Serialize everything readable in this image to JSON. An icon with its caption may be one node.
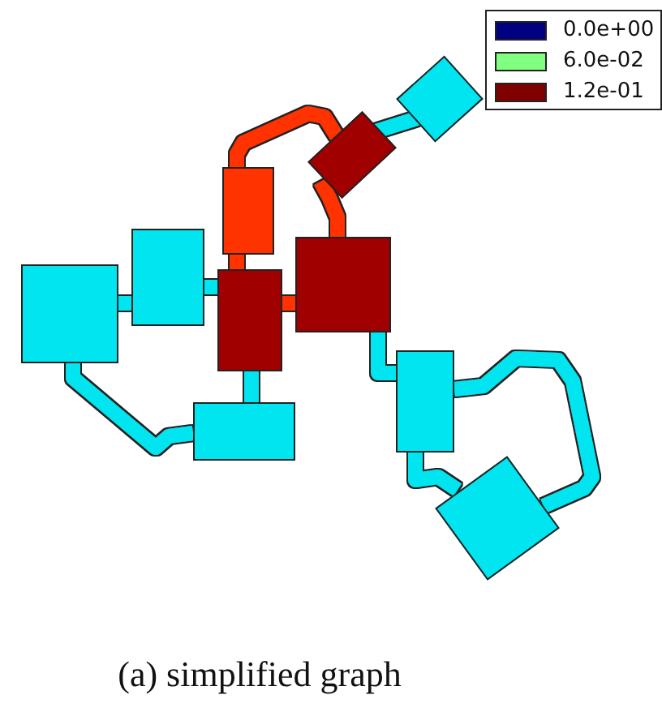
{
  "diagram": {
    "caption": "(a) simplified graph",
    "nodes": [
      {
        "text": [],
        "shape": "box"
      },
      {
        "text": [],
        "shape": "box"
      },
      {
        "text": [],
        "shape": "box"
      },
      {
        "text": [],
        "shape": "box"
      },
      {
        "text": [],
        "shape": "box"
      },
      {
        "text": [],
        "shape": "box"
      },
      {
        "text": [],
        "shape": "box"
      },
      {
        "text": [],
        "shape": "box"
      },
      {
        "text": [],
        "shape": "box"
      },
      {
        "text": [],
        "shape": "box"
      }
    ],
    "edges": [
      {
        "from": 0,
        "to": 1,
        "arrow": "none"
      },
      {
        "from": 1,
        "to": 2,
        "arrow": "none",
        "color": "#ff3300"
      },
      {
        "from": 1,
        "to": 3,
        "arrow": "none",
        "color": "#ff3300"
      },
      {
        "from": 2,
        "to": 6,
        "arrow": "none",
        "color": "#ff3300"
      },
      {
        "from": 4,
        "to": 5,
        "arrow": "none"
      },
      {
        "from": 5,
        "to": 6,
        "arrow": "none"
      },
      {
        "from": 6,
        "to": 3,
        "arrow": "none",
        "color": "#ff3300"
      },
      {
        "from": 6,
        "to": 7,
        "arrow": "none"
      },
      {
        "from": 4,
        "to": 7,
        "arrow": "none"
      },
      {
        "from": 3,
        "to": 8,
        "arrow": "none"
      },
      {
        "from": 8,
        "to": 9,
        "arrow": "none"
      },
      {
        "from": 8,
        "to": 9,
        "arrow": "none"
      }
    ],
    "legend": [
      {
        "text": "0.0e+00",
        "color": "#000080"
      },
      {
        "text": "6.0e-02",
        "color": "#80ff80"
      },
      {
        "text": "1.2e-01",
        "color": "#800000"
      }
    ]
  }
}
